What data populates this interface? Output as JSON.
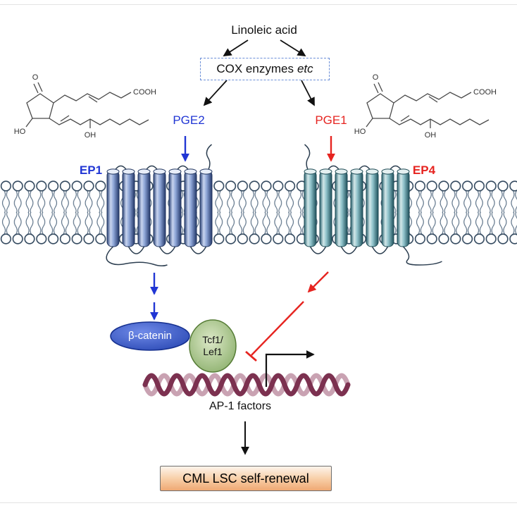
{
  "figure": {
    "top": {
      "linoleic_acid": "Linoleic acid",
      "cox_main": "COX enzymes",
      "cox_etc": "etc"
    },
    "ligands": {
      "pge2": "PGE2",
      "pge1": "PGE1"
    },
    "receptors": {
      "ep1": "EP1",
      "ep4": "EP4"
    },
    "signaling": {
      "beta_catenin": "β-catenin",
      "tcf_line1": "Tcf1/",
      "tcf_line2": "Lef1",
      "ap1_factors": "AP-1 factors"
    },
    "outcome": {
      "cml": "CML LSC self-renewal"
    },
    "chem_labels": {
      "o": "O",
      "ho": "HO",
      "oh": "OH",
      "cooh": "COOH"
    },
    "colors": {
      "pge2_blue": "#2136d4",
      "pge1_red": "#e62420",
      "membrane_outline": "#32485e",
      "receptor_left_blue": "#3a5a9e",
      "receptor_right_teal": "#3f7d8a",
      "dna_maroon": "#7c3150",
      "outcome_box_fill": "#efa873"
    }
  }
}
